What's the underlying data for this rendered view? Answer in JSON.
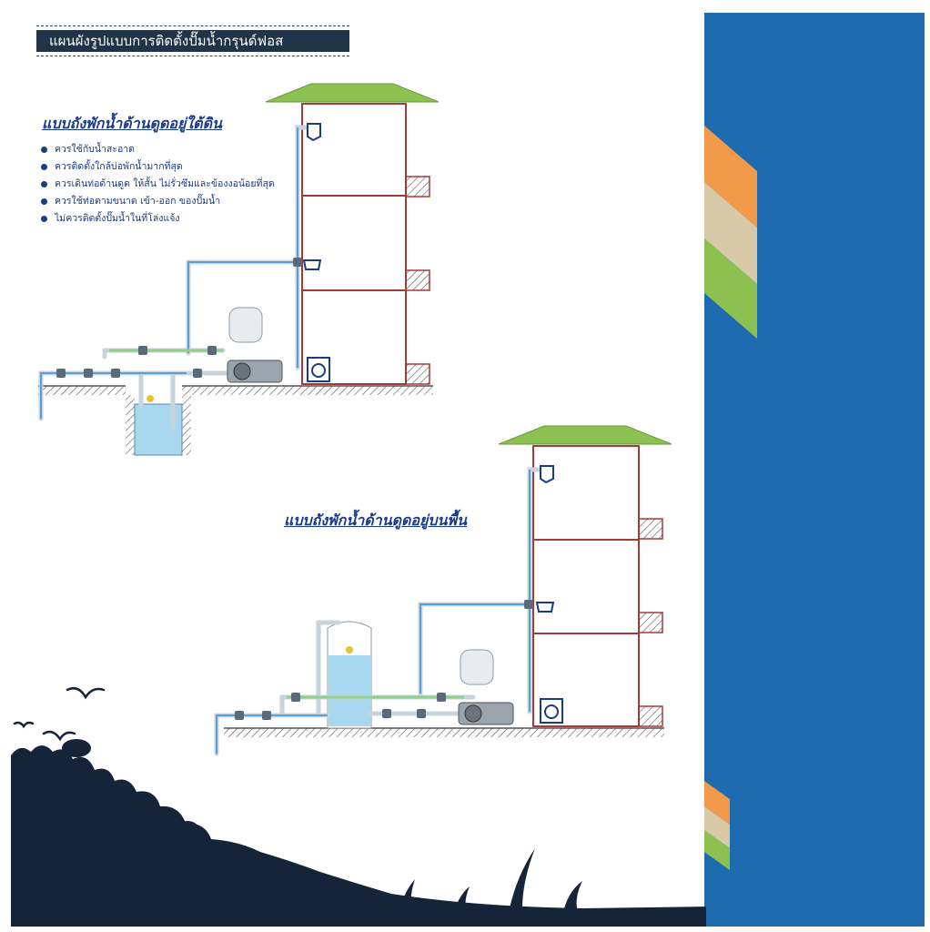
{
  "header": {
    "title": "แผนผังรูปแบบการติดตั้งปั๊มน้ำกรุนด์ฟอส"
  },
  "section_underground": {
    "title": "แบบถังพักน้ำด้านดูดอยู่ใต้ดิน",
    "notes": [
      "ควรใช้กับน้ำสะอาด",
      "ควรติดตั้งใกล้บ่อพักน้ำมากที่สุด",
      "ควรเดินท่อด้านดูด ให้สั้น ไม่รั่วซึมและข้องงอน้อยที่สุด",
      "ควรใช้ท่อตามขนาด เข้า-ออก ของปั๊มน้ำ",
      "ไม่ควรติดตั้งปั๊มน้ำในที่โล่งแจ้ง"
    ]
  },
  "section_ground": {
    "title": "แบบถังพักน้ำด้านดูดอยู่บนพื้น"
  },
  "colors": {
    "accent_blue": "#1f6bb0",
    "header_bg": "#1f3448",
    "title_text": "#1a3a8a",
    "roof_green": "#8cc152",
    "building_red": "#a33b3b",
    "water_blue": "#a8d8f0",
    "stripe_orange": "#f39a4a",
    "stripe_beige": "#d8c9a8",
    "stripe_green": "#8cc152",
    "silhouette": "#16243a"
  }
}
